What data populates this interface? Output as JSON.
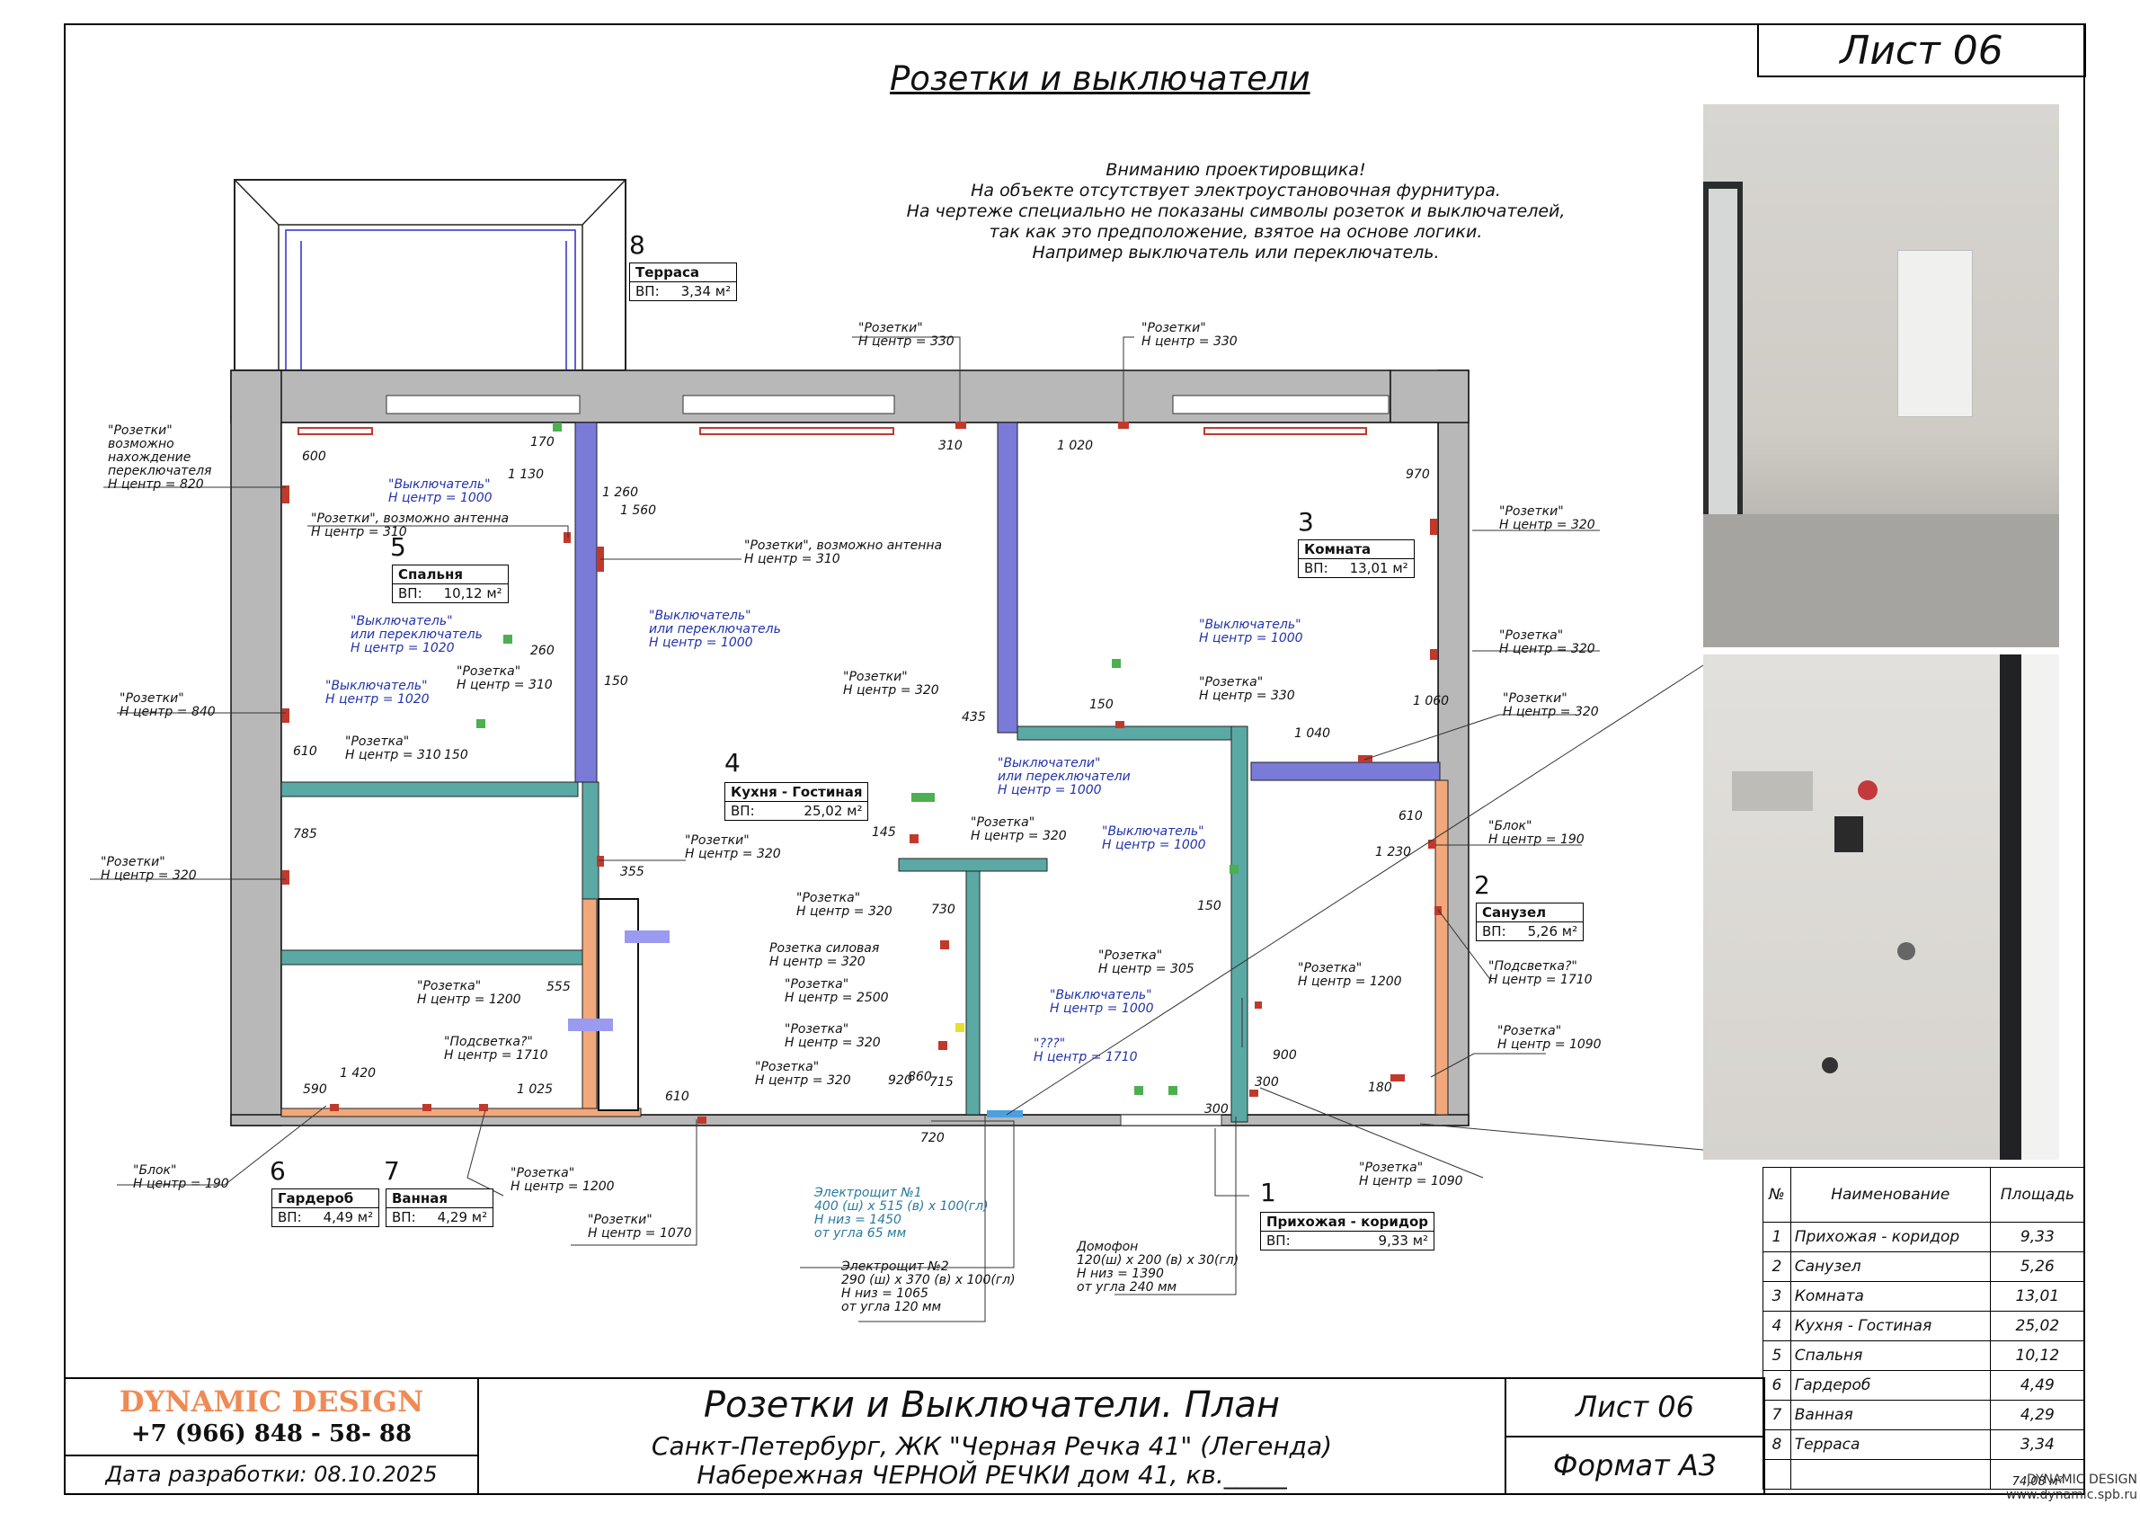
{
  "sheet_label": "Лист 06",
  "title": "Розетки и выключатели",
  "notice": [
    "Вниманию проектировщика!",
    "На объекте отсутствует электроустановочная фурнитура.",
    "На чертеже специально не показаны символы розеток и выключателей,",
    "так как это предположение, взятое на основе логики.",
    "Например выключатель или переключатель."
  ],
  "rooms": [
    {
      "num": "1",
      "name": "Прихожая - коридор",
      "area_label": "ВП:",
      "area": "9,33 м²"
    },
    {
      "num": "2",
      "name": "Санузел",
      "area_label": "ВП:",
      "area": "5,26 м²"
    },
    {
      "num": "3",
      "name": "Комната",
      "area_label": "ВП:",
      "area": "13,01 м²"
    },
    {
      "num": "4",
      "name": "Кухня - Гостиная",
      "area_label": "ВП:",
      "area": "25,02 м²"
    },
    {
      "num": "5",
      "name": "Спальня",
      "area_label": "ВП:",
      "area": "10,12 м²"
    },
    {
      "num": "6",
      "name": "Гардероб",
      "area_label": "ВП:",
      "area": "4,49 м²"
    },
    {
      "num": "7",
      "name": "Ванная",
      "area_label": "ВП:",
      "area": "4,29 м²"
    },
    {
      "num": "8",
      "name": "Терраса",
      "area_label": "ВП:",
      "area": "3,34 м²"
    }
  ],
  "notes": {
    "n_top_l": "\"Розетки\"\nН центр = 330",
    "n_top_r": "\"Розетки\"\nН центр = 330",
    "n_left1": "\"Розетки\"\nвозможно\nнахождение\nпереключателя\nН центр = 820",
    "n_sw1000": "\"Выключатель\"\nН центр = 1000",
    "n_ant1": "\"Розетки\", возможно антенна\nН центр = 310",
    "n_ant2": "\"Розетки\", возможно антенна\nН центр = 310",
    "n_r320_right1": "\"Розетки\"\nН центр = 320",
    "n_sw1020a": "\"Выключатель\"\nили переключатель\nН центр = 1020",
    "n_sw_kitchen": "\"Выключатель\"\nили переключатель\nН центр = 1000",
    "n_sw_room3": "\"Выключатель\"\nН центр = 1000",
    "n_r320_right2": "\"Розетка\"\nН центр = 320",
    "n_r840": "\"Розетки\"\nН центр = 840",
    "n_sw1020b": "\"Выключатель\"\nН центр = 1020",
    "n_r310a": "\"Розетка\"\nН центр = 310",
    "n_r320_k": "\"Розетки\"\nН центр = 320",
    "n_r330_room3": "\"Розетка\"\nН центр = 330",
    "n_r320_right3": "\"Розетки\"\nН центр = 320",
    "n_r310b": "\"Розетка\"\nН центр = 310",
    "n_sw_kitchen2": "\"Выключатели\"\nили переключатели\nН центр = 1000",
    "n_block190": "\"Блок\"\nН центр = 190",
    "n_r320_left": "\"Розетки\"\nН центр = 320",
    "n_r320_k2": "\"Розетки\"\nН центр = 320",
    "n_r320_island": "\"Розетка\"\nН центр = 320",
    "n_sw_hall": "\"Выключатель\"\nН центр = 1000",
    "n_r320_k3": "\"Розетка\"\nН центр = 320",
    "n_power": "Розетка силовая\nН центр = 320",
    "n_r2500": "\"Розетка\"\nН центр = 2500",
    "n_r305": "\"Розетка\"\nН центр = 305",
    "n_r1200_hall": "\"Розетка\"\nН центр = 1200",
    "n_light1710": "\"Подсветка?\"\nН центр = 1710",
    "n_r1200_bath": "\"Розетка\"\nН центр = 1200",
    "n_sw_hall2": "\"Выключатель\"\nН центр = 1000",
    "n_r320_k4": "\"Розетка\"\nН центр = 320",
    "n_qqq": "\"???\"\nН центр = 1710",
    "n_light1710b": "\"Подсветка?\"\nН центр = 1710",
    "n_r1090": "\"Розетка\"\nН центр = 1090",
    "n_r320_k5": "\"Розетка\"\nН центр = 320",
    "n_block190b": "\"Блок\"\nН центр = 190",
    "n_r1200_b": "\"Розетка\"\nН центр = 1200",
    "n_r1090b": "\"Розетка\"\nН центр = 1090",
    "n_r1070": "\"Розетки\"\nН центр = 1070",
    "n_shield1": "Электрощит №1\n400 (ш) х 515 (в) х 100(гл)\nН низ = 1450\nот угла 65 мм",
    "n_shield2": "Электрощит №2\n290 (ш) х 370 (в) х 100(гл)\nН низ = 1065\nот угла 120 мм",
    "n_intercom": "Домофон\n120(ш) х 200 (в) х 30(гл)\nН низ = 1390\nот угла 240 мм"
  },
  "dims": [
    "600",
    "170",
    "1 130",
    "1 260",
    "1 560",
    "310",
    "1 020",
    "970",
    "260",
    "150",
    "610",
    "785",
    "150",
    "435",
    "150",
    "1 040",
    "1 060",
    "145",
    "355",
    "730",
    "610",
    "1 230",
    "150",
    "555",
    "1 420",
    "590",
    "1 025",
    "610",
    "920",
    "860",
    "715",
    "720",
    "300",
    "300",
    "900",
    "180"
  ],
  "table": {
    "headers": [
      "№",
      "Наименование",
      "Площадь"
    ],
    "rows": [
      [
        "1",
        "Прихожая - коридор",
        "9,33"
      ],
      [
        "2",
        "Санузел",
        "5,26"
      ],
      [
        "3",
        "Комната",
        "13,01"
      ],
      [
        "4",
        "Кухня - Гостиная",
        "25,02"
      ],
      [
        "5",
        "Спальня",
        "10,12"
      ],
      [
        "6",
        "Гардероб",
        "4,49"
      ],
      [
        "7",
        "Ванная",
        "4,29"
      ],
      [
        "8",
        "Терраса",
        "3,34"
      ]
    ],
    "total_partial": "74,08 м²"
  },
  "titleblock": {
    "company": "DYNAMIC DESIGN",
    "phone": "+7 (966) 848 - 58- 88",
    "date": "Дата разработки: 08.10.2025",
    "plan_title": "Розетки и Выключатели. План",
    "addr1": "Санкт-Петербург, ЖК \"Черная Речка 41\" (Легенда)",
    "addr2": "Набережная ЧЕРНОЙ РЕЧКИ дом 41, кв._____",
    "sheet": "Лист 06",
    "format": "Формат А3"
  },
  "watermark": {
    "line1": "DYNAMIC DESIGN",
    "line2": "www.dynamic.spb.ru"
  },
  "colors": {
    "wall": "#b8b8b8",
    "partition": "#5aa9a4",
    "partition_blue": "#6b6bd6",
    "orange": "#f2a87a",
    "socket": "#c0392b",
    "switch": "#4caf50"
  }
}
